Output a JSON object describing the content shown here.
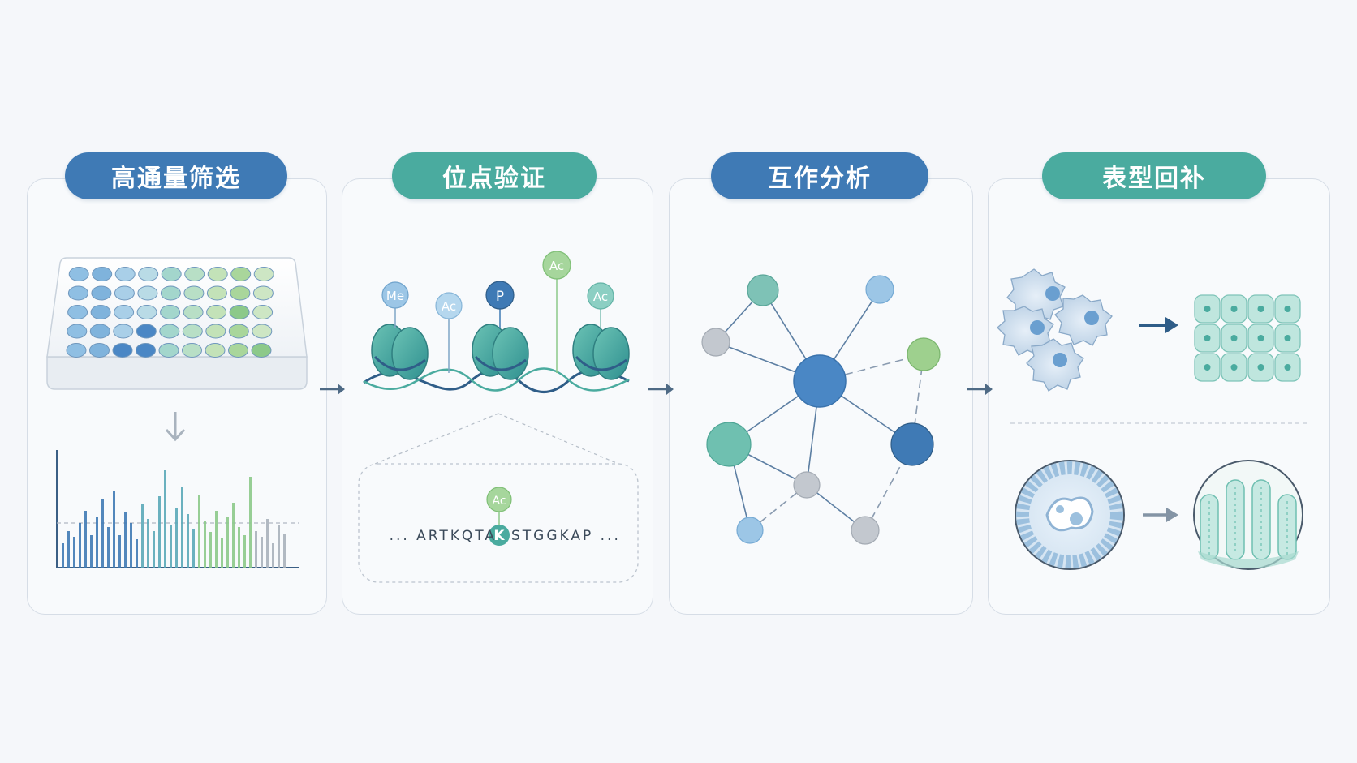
{
  "steps": [
    {
      "title": "高通量筛选"
    },
    {
      "title": "位点验证"
    },
    {
      "title": "互作分析"
    },
    {
      "title": "表型回补"
    }
  ],
  "modifications": {
    "me": "Me",
    "ac": "Ac",
    "p": "P"
  },
  "sequence": {
    "prefix": "... ARTKQTA",
    "site": "K",
    "suffix": "STGGKAP ...",
    "site_mark": "Ac"
  },
  "colors": {
    "blue": "#3f7ab5",
    "teal": "#4aab9f",
    "green": "#8cc98a",
    "light_blue": "#9cc6e6",
    "gray": "#b5bcc5"
  }
}
